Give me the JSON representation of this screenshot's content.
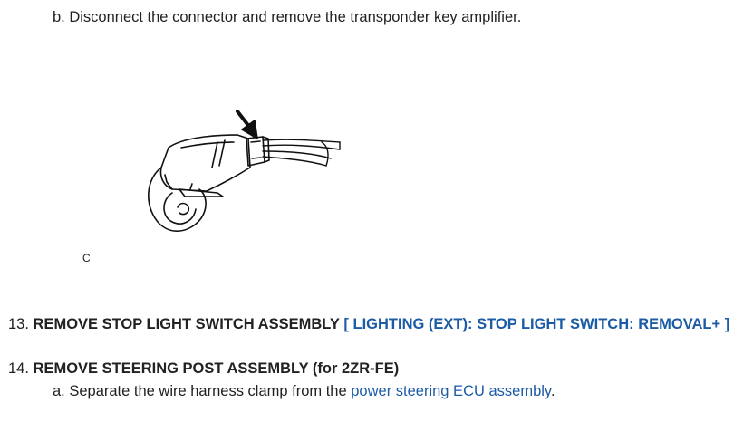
{
  "step_b": {
    "text": "b. Disconnect the connector and remove the transponder key amplifier."
  },
  "figure": {
    "label": "C"
  },
  "step13": {
    "number": "13.",
    "title": "REMOVE STOP LIGHT SWITCH ASSEMBLY",
    "link": "[ LIGHTING (EXT): STOP LIGHT SWITCH: REMOVAL+ ]"
  },
  "step14": {
    "number": "14.",
    "title": "REMOVE STEERING POST ASSEMBLY (for 2ZR-FE)"
  },
  "step_a": {
    "prefix": "a. Separate the wire harness clamp from the ",
    "link": "power steering ECU assembly",
    "suffix": "."
  },
  "colors": {
    "link": "#1c5ba6",
    "text": "#222222"
  }
}
